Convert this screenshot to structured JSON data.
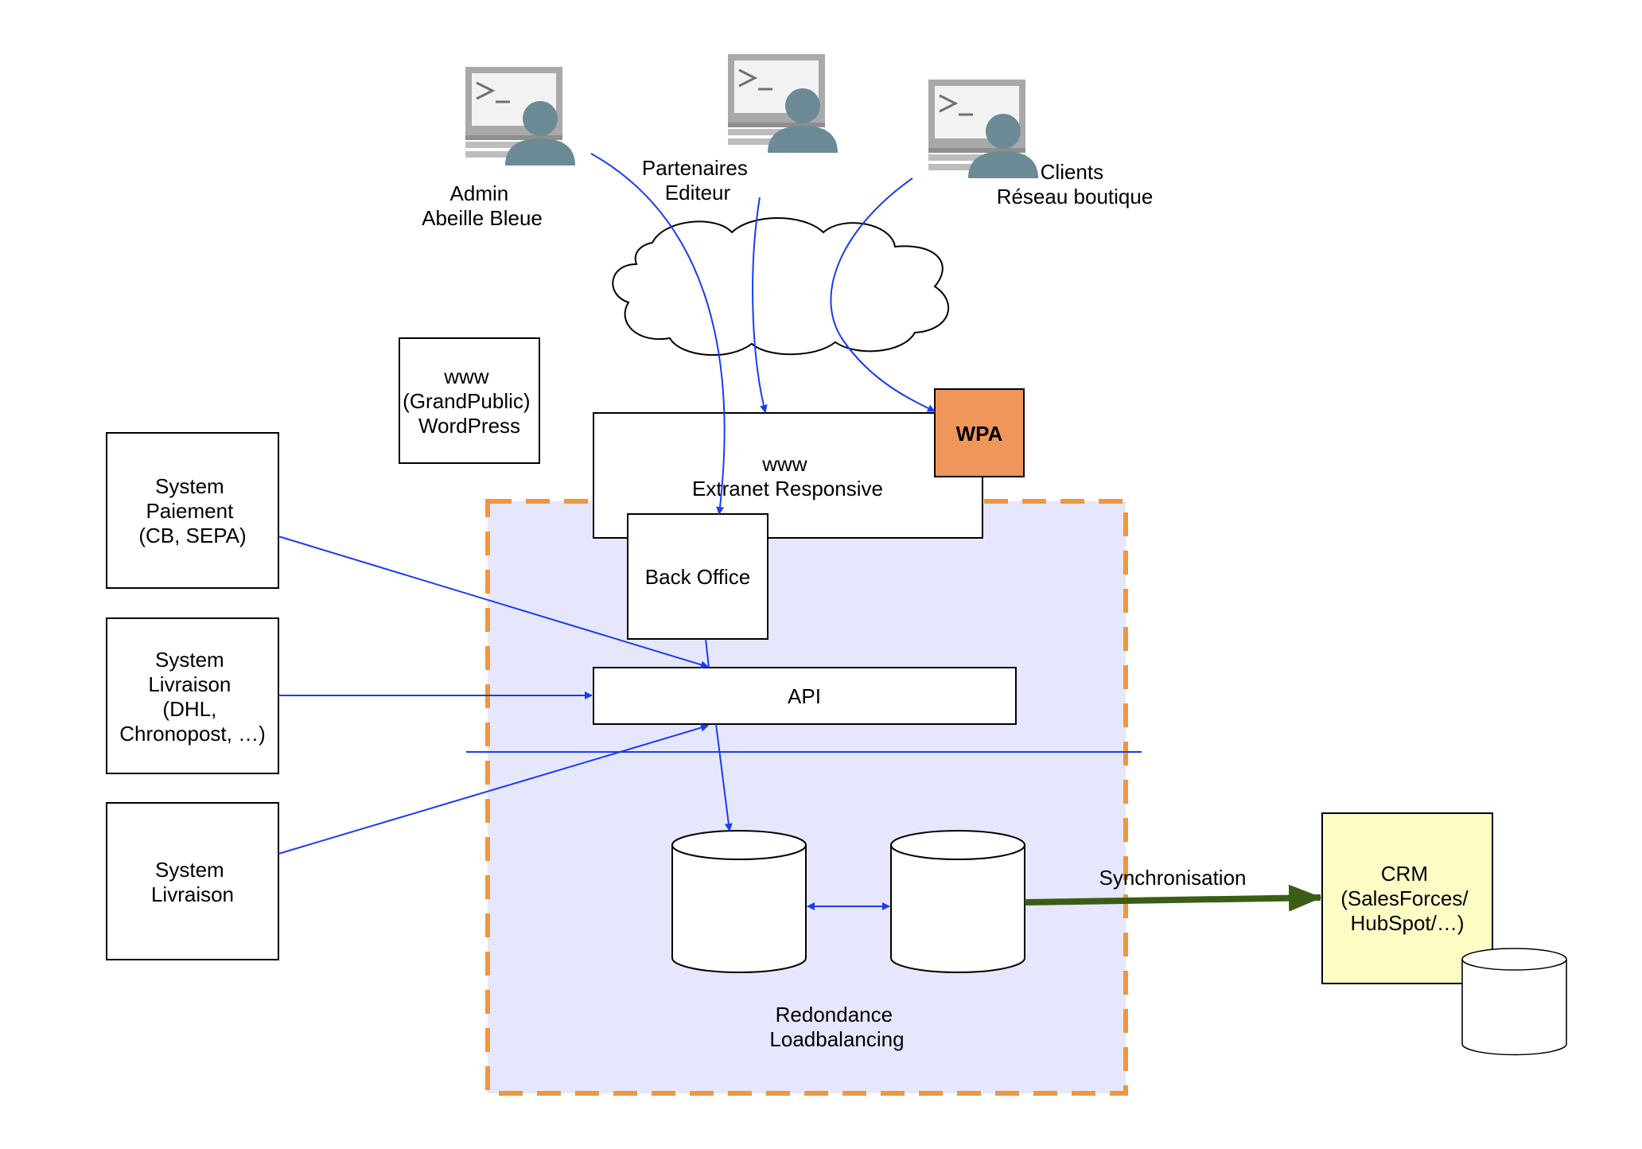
{
  "users": {
    "admin": {
      "icon": "terminal-user-icon",
      "lines": [
        "Admin",
        "Abeille Bleue"
      ]
    },
    "partners": {
      "icon": "terminal-user-icon",
      "lines": [
        "Partenaires",
        "Editeur"
      ]
    },
    "clients": {
      "icon": "terminal-user-icon",
      "lines": [
        "Clients",
        "Réseau boutique"
      ]
    }
  },
  "cloud": {
    "icon": "cloud-icon"
  },
  "boxes": {
    "www_public": [
      "www",
      "(GrandPublic)",
      "WordPress"
    ],
    "extranet": [
      "www",
      "Extranet Responsive"
    ],
    "wpa": "WPA",
    "back_office": "Back Office",
    "api": "API",
    "sys_paiement": [
      "System",
      "Paiement",
      "(CB, SEPA)"
    ],
    "sys_livraison_1": [
      "System",
      "Livraison",
      "(DHL,",
      "Chronopost, …)"
    ],
    "sys_livraison_2": [
      "System",
      "Livraison"
    ],
    "crm": [
      "CRM",
      "(SalesForces/",
      "HubSpot/…)"
    ]
  },
  "databases": {
    "db_primary": {
      "icon": "database-icon"
    },
    "db_replica": {
      "icon": "database-icon"
    },
    "crm_db": {
      "icon": "database-icon"
    },
    "redundancy_label": [
      "Redondance",
      "Loadbalancing"
    ]
  },
  "sync_label": "Synchronisation",
  "colors": {
    "flow_arrow": "#1a3cf0",
    "sync_arrow": "#3b5e17",
    "wpa_fill": "#f0965a",
    "crm_fill": "#fdfcc5",
    "zone_fill": "#e6e7fc",
    "zone_border": "#f0973c",
    "user_icon": "#6b8a96",
    "terminal_icon": "#aaaaaa"
  }
}
